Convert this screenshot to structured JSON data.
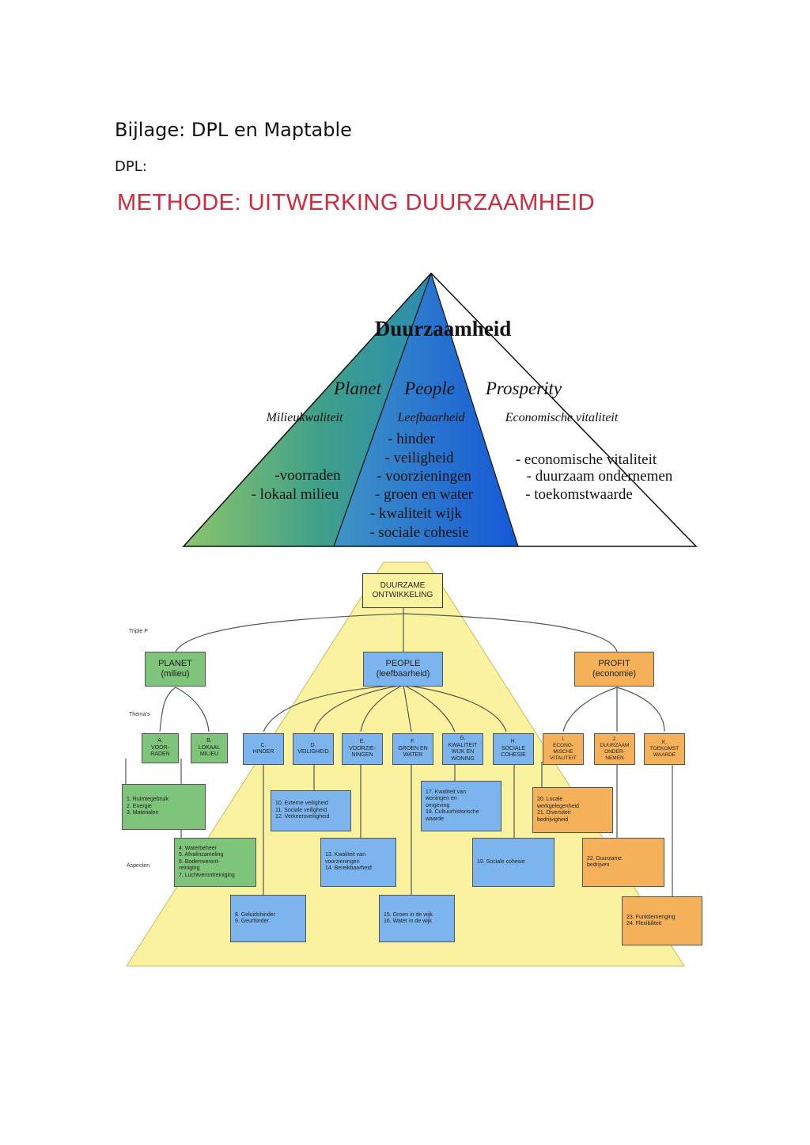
{
  "header": {
    "title": "Bijlage: DPL en Maptable",
    "subtitle": "DPL:",
    "method_title": "METHODE: UITWERKING DUURZAAMHEID"
  },
  "pyramid": {
    "title": "Duurzaamheid",
    "planet": "Planet",
    "people": "People",
    "prosperity": "Prosperity",
    "milieu": "Milieukwaliteit",
    "leef": "Leefbaarheid",
    "econ": "Economische vitaliteit",
    "planet_items": [
      "-voorraden",
      "- lokaal milieu"
    ],
    "people_items": [
      "- hinder",
      "- veiligheid",
      "- voorzieningen",
      "- groen en water",
      "- kwaliteit wijk",
      "- sociale cohesie"
    ],
    "prosperity_items": [
      "- economische vitaliteit",
      "- duurzaam ondernemen",
      "- toekomstwaarde"
    ]
  },
  "map": {
    "root": [
      "DUURZAME",
      "ONTWIKKELING"
    ],
    "labels": {
      "triple": "Triple P",
      "themas": "Thema's",
      "aspecten": "Aspecten"
    },
    "planet": [
      "PLANET",
      "(milieu)"
    ],
    "people": [
      "PEOPLE",
      "(leefbaarheid)"
    ],
    "profit": [
      "PROFIT",
      "(economie)"
    ],
    "themes": {
      "a": [
        "A.",
        "VOOR-",
        "RADEN"
      ],
      "b": [
        "B.",
        "LOKAAL",
        "MILIEU"
      ],
      "c": [
        "C.",
        "HINDER"
      ],
      "d": [
        "D.",
        "VEILIGHEID"
      ],
      "e": [
        "E.",
        "VOORZIE-",
        "NINGEN"
      ],
      "f": [
        "F.",
        "GROEN EN",
        "WATER"
      ],
      "g": [
        "G.",
        "KWALITEIT",
        "WIJK EN",
        "WONING"
      ],
      "h": [
        "H.",
        "SOCIALE",
        "COHESIE"
      ],
      "i": [
        "I.",
        "ECONO-",
        "MISCHE",
        "VITALITEIT"
      ],
      "j": [
        "J.",
        "DUURZAAM",
        "ONDER-",
        "NEMEN"
      ],
      "k": [
        "K.",
        "TOEKOMST",
        "WAARDE"
      ]
    },
    "aspects": {
      "a1": [
        "1. Ruimtegebruik",
        "2. Energie",
        "3. Materialen"
      ],
      "b1": [
        "4. Waterbeheer",
        "5. Afvalinzameling",
        "6. Bodemveront-",
        "reiniging",
        "7. Luchtverontreiniging"
      ],
      "c1": [
        "8. Geluidshinder",
        "9. Geurhinder"
      ],
      "d1": [
        "10. Externe veiligheid",
        "11. Sociale veiligheid",
        "12. Verkeersveiligheid"
      ],
      "e1": [
        "13. Kwaliteit van",
        "voorzieningen",
        "14. Bereikbaarheid"
      ],
      "f1": [
        "15. Groen in de wijk",
        "16. Water in de wijk"
      ],
      "g1": [
        "17. Kwaliteit van",
        "woningen en",
        "omgeving",
        "18. Cultuurhistorische",
        "waarde"
      ],
      "h1": [
        "19. Sociale cohesie"
      ],
      "i1": [
        "20. Locale",
        "werkgelegenheid",
        "21. Diversiteit",
        "bedrijvigheid"
      ],
      "j1": [
        "22. Duurzame",
        "bedrijven"
      ],
      "k1": [
        "23. Funktiemenging",
        "24. Flexibiliteit"
      ]
    }
  }
}
